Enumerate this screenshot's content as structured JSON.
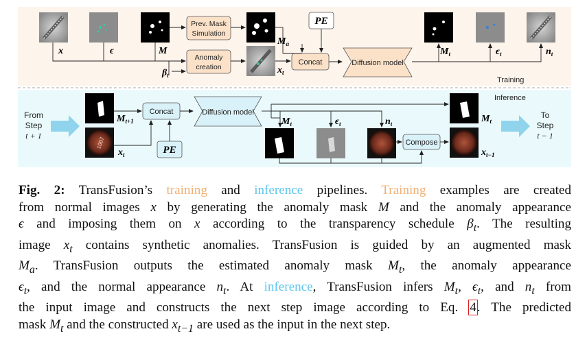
{
  "diagram": {
    "training": {
      "panel_label": "Training",
      "boxes": {
        "prev_mask": [
          "Prev. Mask",
          "Simulation"
        ],
        "anomaly_creation": [
          "Anomaly",
          "creation"
        ],
        "concat": "Concat",
        "pe": "PE",
        "diffusion": "Diffusion model"
      },
      "labels": {
        "x": "x",
        "eps": "ϵ",
        "M": "M",
        "Ma": "M",
        "Ma_sub": "a",
        "beta": "β",
        "beta_sub": "t",
        "xt": "x",
        "xt_sub": "t",
        "Mt": "M",
        "Mt_sub": "t",
        "epst": "ϵ",
        "epst_sub": "t",
        "nt": "n",
        "nt_sub": "t"
      }
    },
    "inference": {
      "panel_label": "Inference",
      "from_step": [
        "From",
        "Step",
        "t + 1"
      ],
      "to_step": [
        "To",
        "Step",
        "t − 1"
      ],
      "boxes": {
        "concat": "Concat",
        "pe": "PE",
        "diffusion": "Diffusion model",
        "compose": "Compose"
      },
      "labels": {
        "Mt1": "M",
        "Mt1_sub": "t+1",
        "xt": "x",
        "xt_sub": "t",
        "Mt": "M",
        "Mt_sub": "t",
        "epst": "ϵ",
        "epst_sub": "t",
        "nt": "n",
        "nt_sub": "t",
        "Mt_out": "M",
        "Mt_out_sub": "t",
        "xt1": "x",
        "xt1_sub": "t−1"
      }
    },
    "colors": {
      "training_bg": "#fdf4ec",
      "inference_bg": "#eafafc",
      "orange_box": "#fbe1c8",
      "blue_box": "#d9f1f8",
      "arrow_cyan": "#8fd3ec",
      "training_text": "#f0b074",
      "inference_text": "#5cc6ee",
      "eq_outline": "#e02020"
    }
  },
  "caption": {
    "fig": "Fig. 2:",
    "l1a": " TransFusion’s ",
    "training1": "training",
    "l1b": " and ",
    "inference1": "inference",
    "l1c": " pipelines. ",
    "training2": "Training",
    "l1d": " examples are created",
    "l2a": "from normal images ",
    "l2x": "x",
    "l2b": " by generating the anomaly mask ",
    "l2M": "M",
    "l2c": " and the anomaly appearance",
    "l3eps": "ϵ",
    "l3a": " and imposing them on ",
    "l3x": "x",
    "l3b": " according to the transparency schedule ",
    "l3beta": "β",
    "l3beta_sub": "t",
    "l3c": ". The resulting",
    "l4a": "image ",
    "l4x": "x",
    "l4x_sub": "t",
    "l4b": " contains synthetic anomalies. TransFusion is guided by an augmented mask",
    "l5M": "M",
    "l5M_sub": "a",
    "l5a": ". TransFusion outputs the estimated anomaly mask ",
    "l5Mt": "M",
    "l5Mt_sub": "t",
    "l5b": ", the anomaly appearance",
    "l6eps": "ϵ",
    "l6eps_sub": "t",
    "l6a": ", and the normal appearance ",
    "l6n": "n",
    "l6n_sub": "t",
    "l6b": ". At ",
    "inference2": "inference",
    "l6c": ", TransFusion infers ",
    "l6M2": "M",
    "l6M2_sub": "t",
    "l6d": ", ",
    "l6e2": "ϵ",
    "l6e2_sub": "t",
    "l6e": ", and ",
    "l6n2": "n",
    "l6n2_sub": "t",
    "l6f": " from",
    "l7a": "the input image and constructs the next step image according to Eq. ",
    "eqref": "4",
    "l7b": ". The predicted",
    "l8a": "mask ",
    "l8M": "M",
    "l8M_sub": "t",
    "l8b": " and the constructed ",
    "l8x": "x",
    "l8x_sub": "t−1",
    "l8c": " are used as the input in the next step."
  }
}
